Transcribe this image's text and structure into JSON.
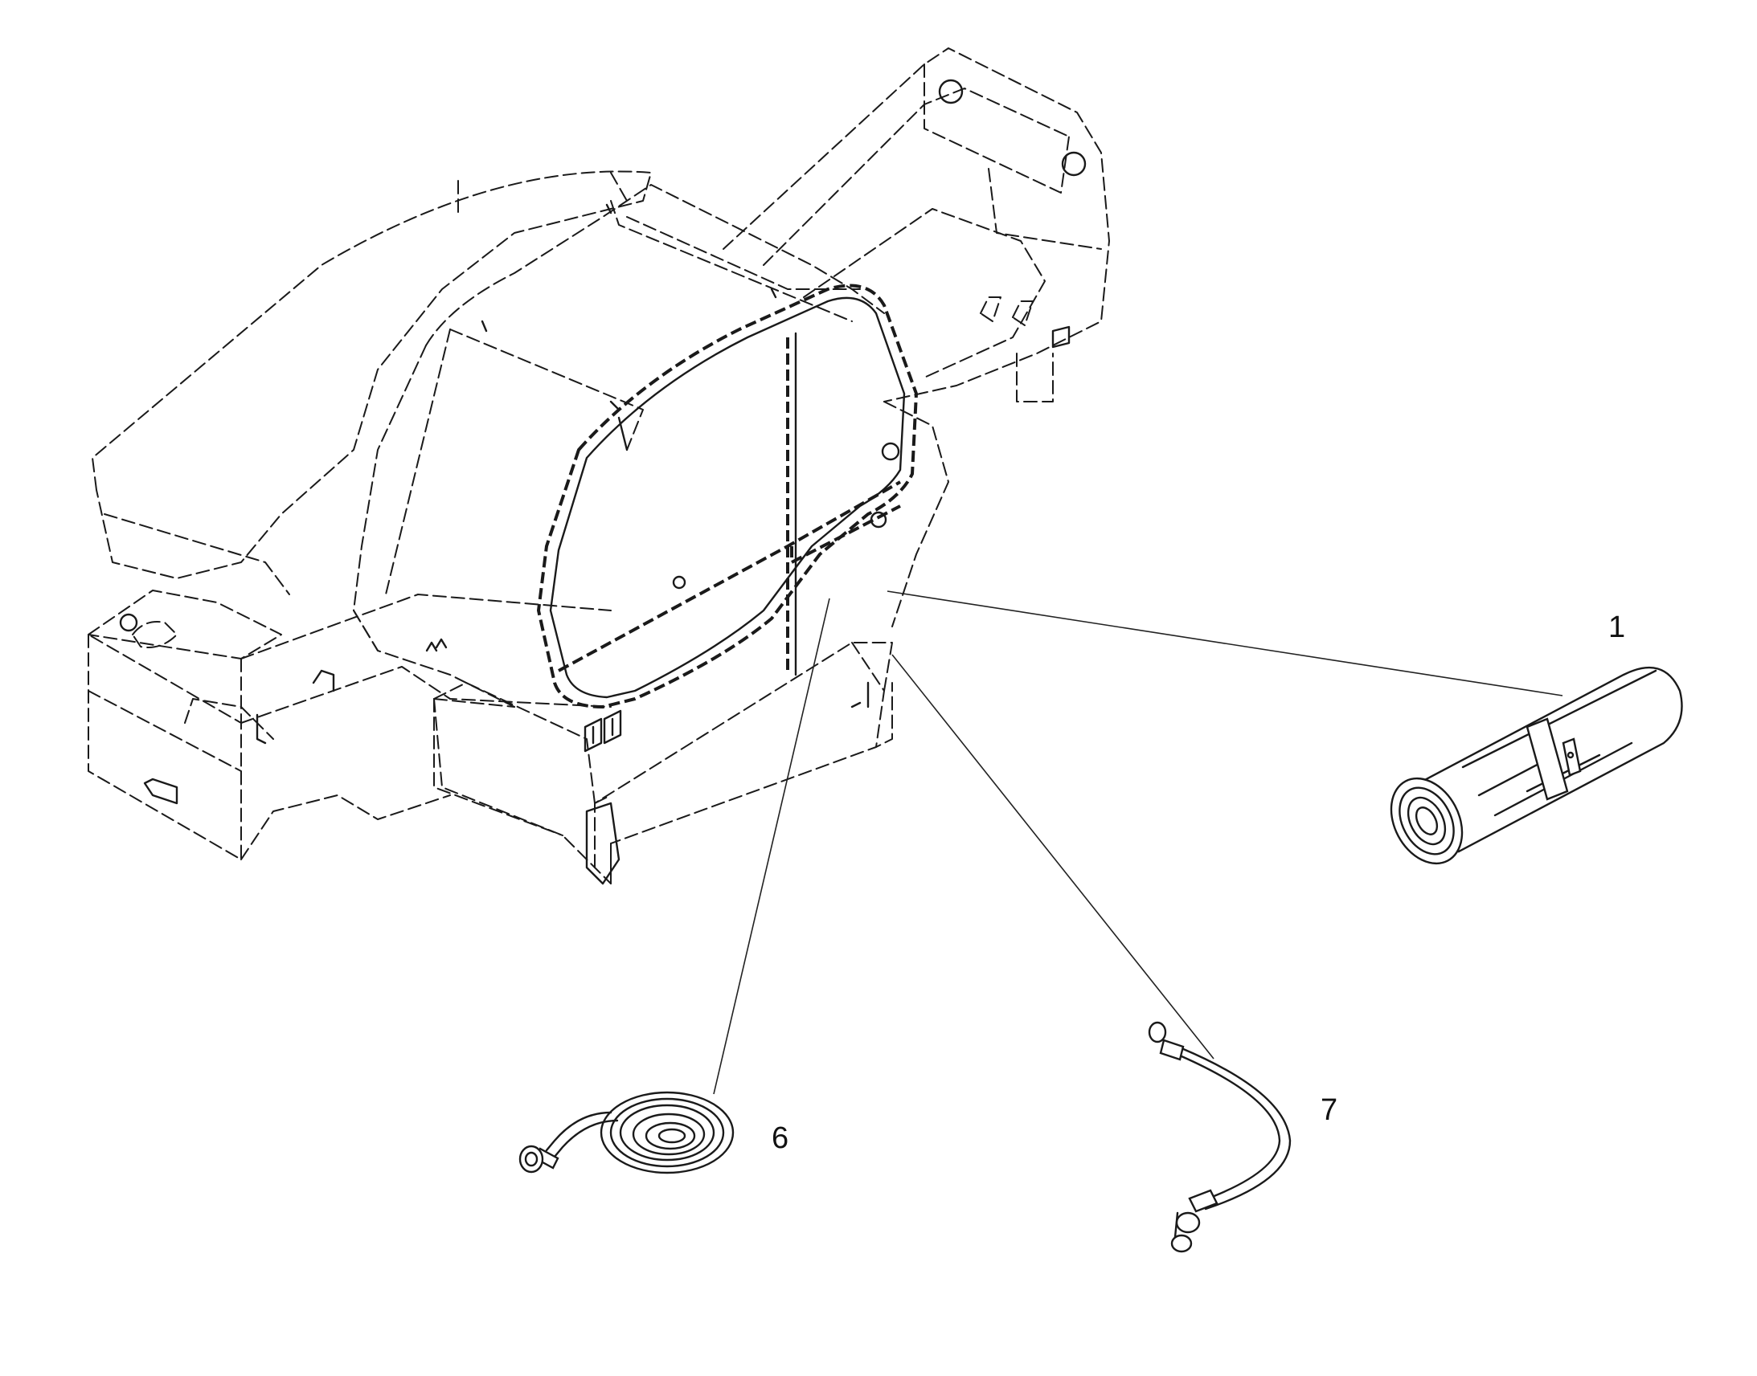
{
  "callouts": [
    {
      "id": "1",
      "label": "1"
    },
    {
      "id": "6",
      "label": "6"
    },
    {
      "id": "7",
      "label": "7"
    }
  ],
  "colors": {
    "line": "#1a1a1a",
    "background": "#ffffff"
  },
  "parts": [
    "insulation-roll-icon",
    "coiled-hose-icon",
    "hydraulic-hose-icon"
  ]
}
